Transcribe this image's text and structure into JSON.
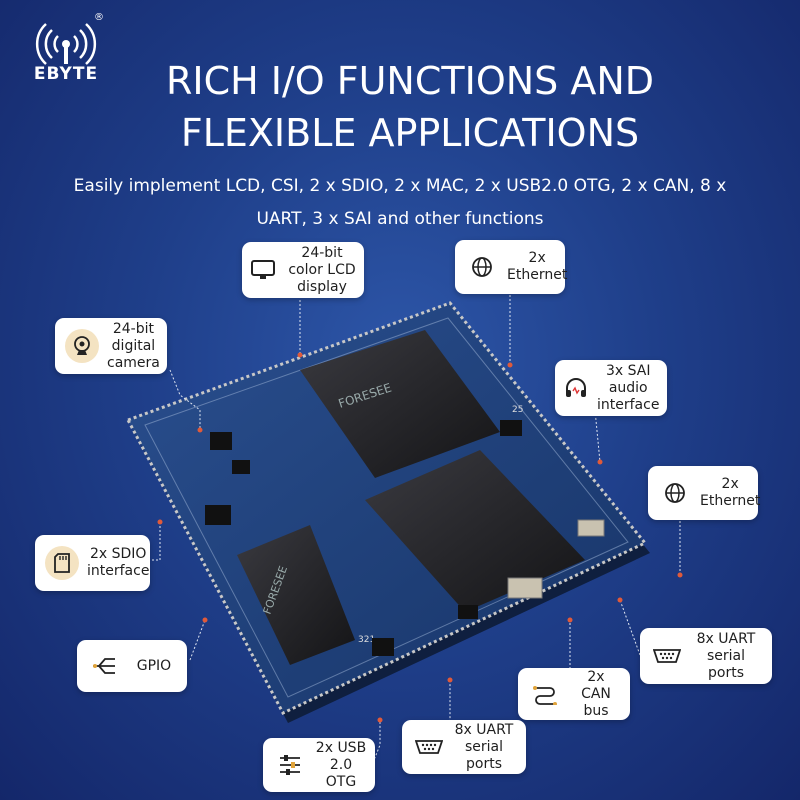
{
  "brand": {
    "name": "EBYTE",
    "registered": "®"
  },
  "title": {
    "line1": "RICH I/O FUNCTIONS AND",
    "line2": "FLEXIBLE APPLICATIONS"
  },
  "subtitle": {
    "line1": "Easily implement LCD, CSI, 2 x SDIO, 2 x MAC, 2 x USB2.0 OTG, 2 x CAN, 8 x",
    "line2": "UART, 3 x SAI and other functions"
  },
  "callouts": {
    "lcd": {
      "l1": "24-bit",
      "l2": "color LCD",
      "l3": "display",
      "icon": "monitor-icon"
    },
    "eth_top": {
      "l1": "2x",
      "l2": "Ethernet",
      "icon": "globe-icon"
    },
    "camera": {
      "l1": "24-bit",
      "l2": "digital",
      "l3": "camera",
      "icon": "camera-icon"
    },
    "sai": {
      "l1": "3x SAI",
      "l2": "audio",
      "l3": "interface",
      "icon": "headphones-icon"
    },
    "eth_right": {
      "l1": "2x",
      "l2": "Ethernet",
      "icon": "globe-icon"
    },
    "sdio": {
      "l1": "2x SDIO",
      "l2": "interface",
      "icon": "sd-card-icon"
    },
    "gpio": {
      "l1": "GPIO",
      "icon": "gpio-icon"
    },
    "uart_right": {
      "l1": "8x UART",
      "l2": "serial ports",
      "icon": "serial-port-icon"
    },
    "can": {
      "l1": "2x",
      "l2": "CAN bus",
      "icon": "can-bus-icon"
    },
    "uart_bottom": {
      "l1": "8x UART",
      "l2": "serial ports",
      "icon": "serial-port-icon"
    },
    "usb": {
      "l1": "2x USB",
      "l2": "2.0 OTG",
      "icon": "usb-sliders-icon"
    }
  },
  "board": {
    "chip1_brand": "FORESEE",
    "chip2_brand": "FORESEE",
    "label_25": "25",
    "label_321": "321"
  },
  "colors": {
    "accent": "#e06a2a",
    "icon_bg": "#f4e3c2",
    "board": "#1d3f7a"
  }
}
